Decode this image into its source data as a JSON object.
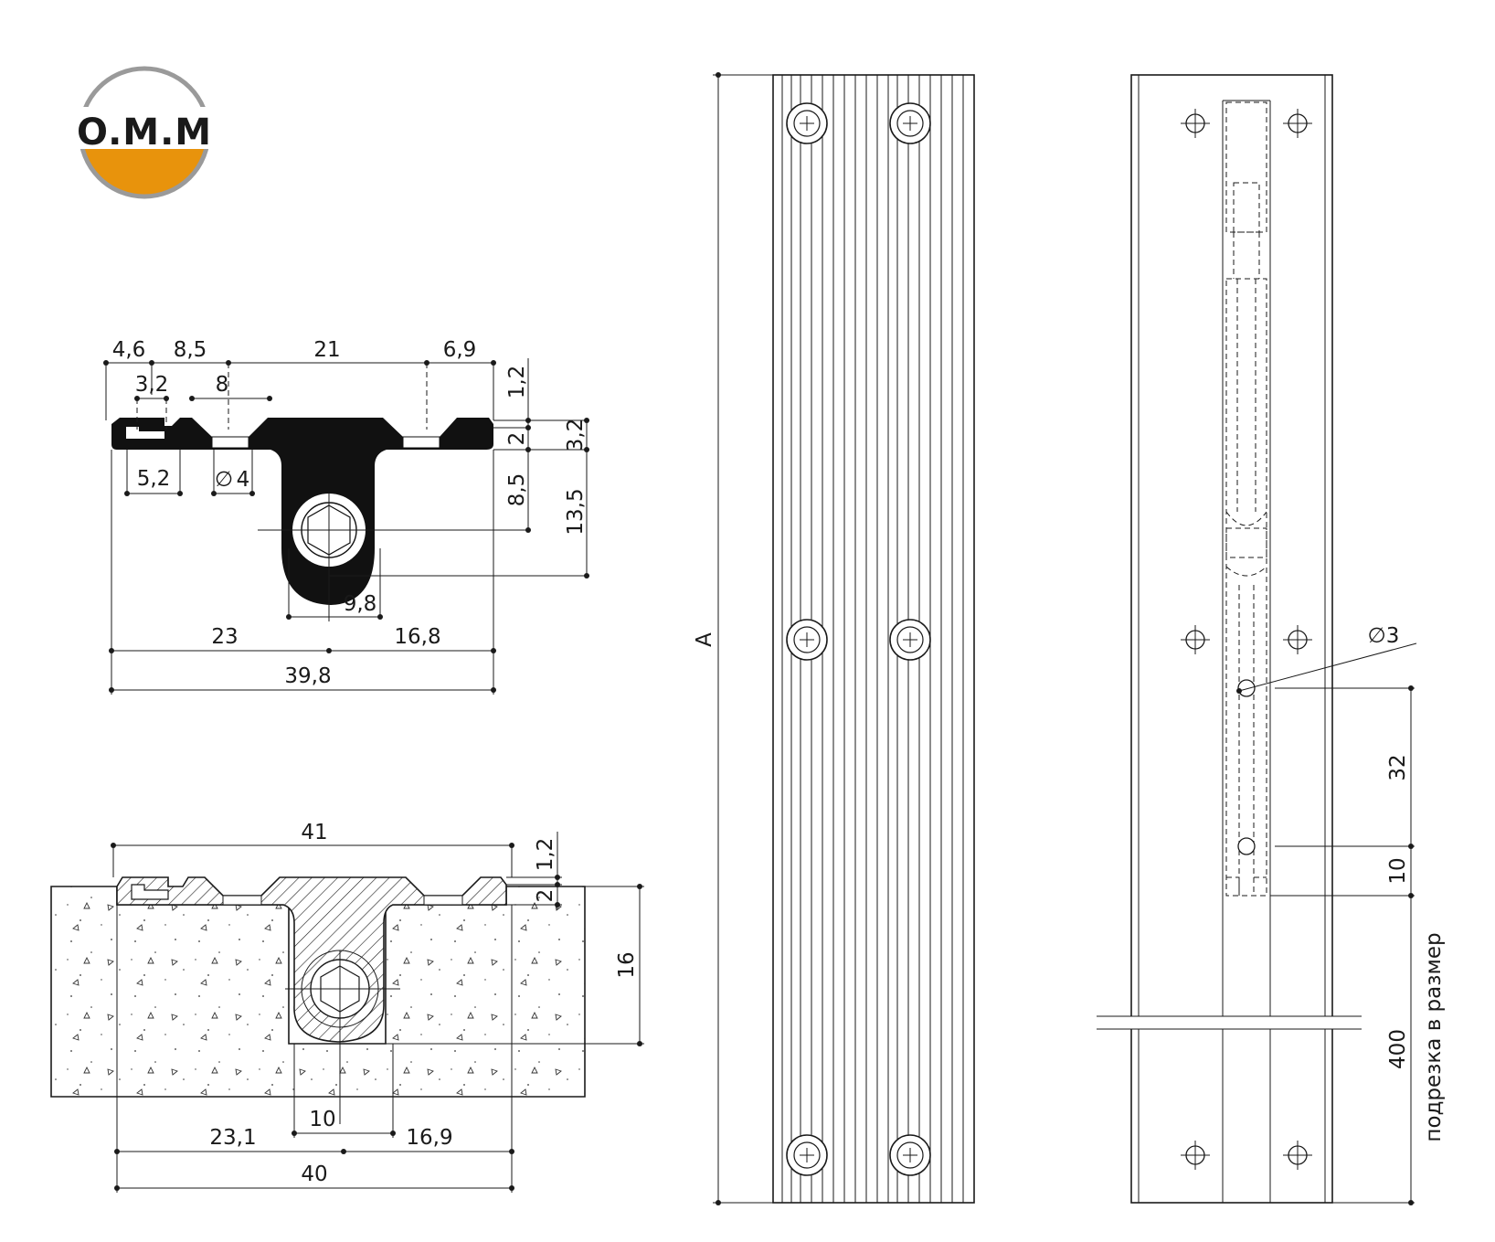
{
  "logo": {
    "text": "O.M.M",
    "colors": {
      "top": "#ffffff",
      "band": "#ffffff",
      "bottom": "#e8930c",
      "ring": "#9a9a9a",
      "text": "#1a1a1a"
    }
  },
  "profile_section": {
    "top_dims": [
      "4,6",
      "8,5",
      "21",
      "6,9"
    ],
    "sub_dims": [
      "3,2",
      "8"
    ],
    "right_dims": [
      "1,2",
      "2",
      "3,2",
      "8,5",
      "13,5"
    ],
    "bottom_dims": [
      "5,2",
      "4",
      "9,8",
      "23",
      "16,8",
      "39,8"
    ],
    "diameter_symbol": "∅"
  },
  "installed_section": {
    "dims": [
      "41",
      "1,2",
      "2",
      "16",
      "10",
      "23,1",
      "16,9",
      "40"
    ]
  },
  "front_view": {
    "length_label": "A"
  },
  "back_view": {
    "hole_label": "∅3",
    "dims": [
      "32",
      "10",
      "400"
    ],
    "note": "подрезка в размер"
  }
}
